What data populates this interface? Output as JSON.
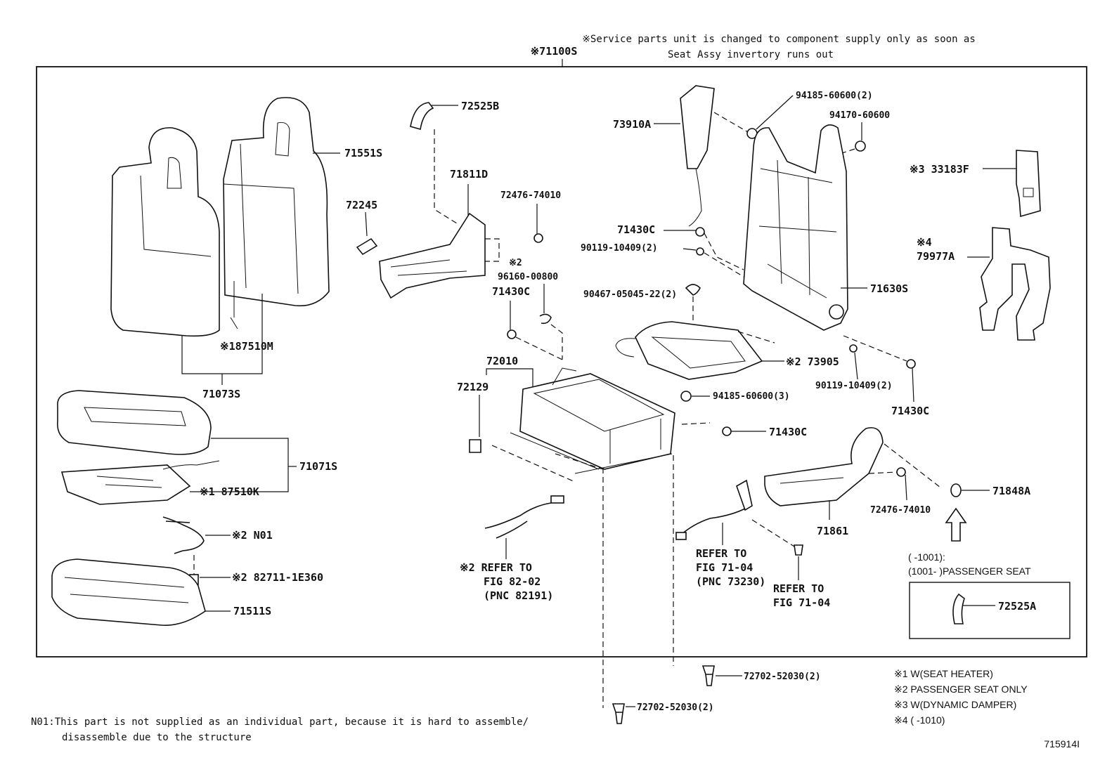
{
  "notice": {
    "line1": "※Service parts unit is changed to component supply only as soon as",
    "line2": "Seat Assy invertory runs out"
  },
  "assembly_label": "※71100S",
  "parts": {
    "p71551S": "71551S",
    "p87510M": "※187510M",
    "p71073S": "71073S",
    "p72525B": "72525B",
    "p71811D": "71811D",
    "p72245": "72245",
    "p72476a": "72476-74010",
    "p96160_mark": "※2",
    "p96160": "96160-00800",
    "p71430C_a": "71430C",
    "p72010": "72010",
    "p72129": "72129",
    "p73910A": "73910A",
    "p94185a": "94185-60600(2)",
    "p94170": "94170-60600",
    "p71430C_b": "71430C",
    "p90119a": "90119-10409(2)",
    "p90467": "90467-05045-22(2)",
    "p71630S": "71630S",
    "p73905": "※2 73905",
    "p90119b": "90119-10409(2)",
    "p94185b": "94185-60600(3)",
    "p71430C_c": "71430C",
    "p71430C_d": "71430C",
    "p33183F": "※3 33183F",
    "p79977A_mark": "※4",
    "p79977A": "79977A",
    "p71071S": "71071S",
    "p87510K": "※1 87510K",
    "pN01": "※2 N01",
    "p82711": "※2 82711-1E360",
    "p71511S": "71511S",
    "p71848A": "71848A",
    "p72476b": "72476-74010",
    "p71861": "71861",
    "p72525A": "72525A",
    "p72702a": "72702-52030(2)",
    "p72702b": "72702-52030(2)"
  },
  "refs": {
    "ref1": [
      "※2 REFER TO",
      "FIG 82-02",
      "(PNC 82191)"
    ],
    "ref2": [
      "REFER TO",
      "FIG 71-04",
      "(PNC 73230)"
    ],
    "ref3": [
      "REFER TO",
      "FIG 71-04"
    ]
  },
  "inset": {
    "line1": "(      -1001):",
    "line2": "(1001-      )PASSENGER SEAT"
  },
  "legend": [
    "※1 W(SEAT HEATER)",
    "※2 PASSENGER SEAT ONLY",
    "※3 W(DYNAMIC DAMPER)",
    "※4 (      -1010)"
  ],
  "footnote": {
    "line1": "N01:This part is not supplied as an individual part,  because it is hard to assemble/",
    "line2": "disassemble due to the structure"
  },
  "figure_id": "715914I"
}
